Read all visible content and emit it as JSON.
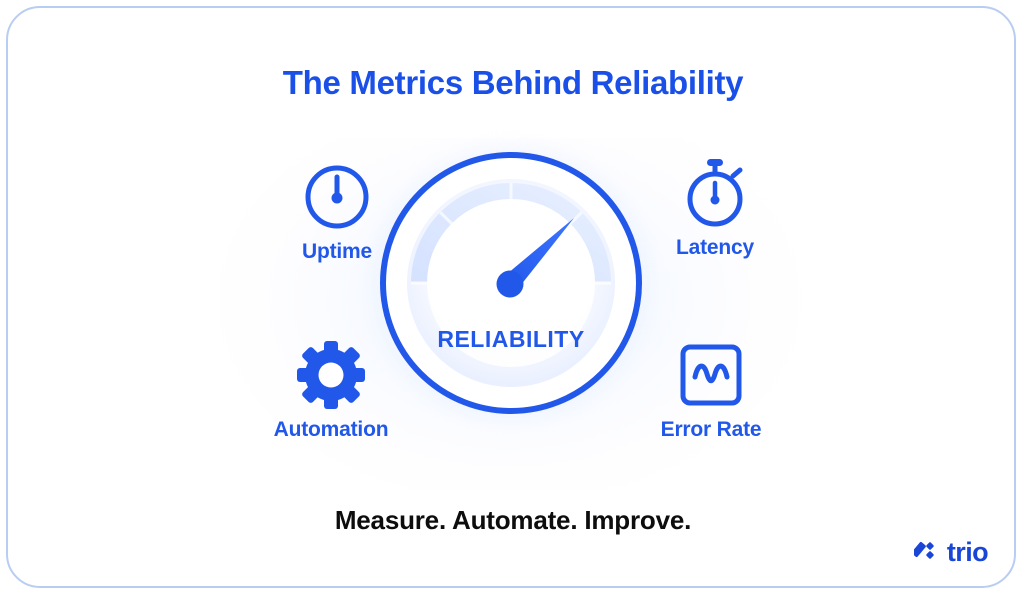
{
  "card": {
    "border_color": "#b9cdf2",
    "background": "#ffffff"
  },
  "header": {
    "title": "The Metrics Behind Reliability",
    "title_color": "#1a50e8"
  },
  "gauge": {
    "center_label": "RELIABILITY",
    "ring_color": "#2258ea",
    "dial_color": "#dbe6ff",
    "needle_color": "#2258ea",
    "needle_angle_degrees": 45,
    "needle_direction": "upper-right"
  },
  "metrics": [
    {
      "id": "uptime",
      "label": "Uptime",
      "icon": "clock-icon",
      "position": "top-left"
    },
    {
      "id": "latency",
      "label": "Latency",
      "icon": "stopwatch-icon",
      "position": "top-right"
    },
    {
      "id": "automation",
      "label": "Automation",
      "icon": "gear-icon",
      "position": "bottom-left"
    },
    {
      "id": "errorrate",
      "label": "Error Rate",
      "icon": "waveform-icon",
      "position": "bottom-right"
    }
  ],
  "footer": {
    "tagline": "Measure. Automate. Improve.",
    "tagline_color": "#0d0d0d"
  },
  "logo": {
    "text": "trio",
    "mark": "trio-logo-mark",
    "color": "#1a46d8"
  }
}
